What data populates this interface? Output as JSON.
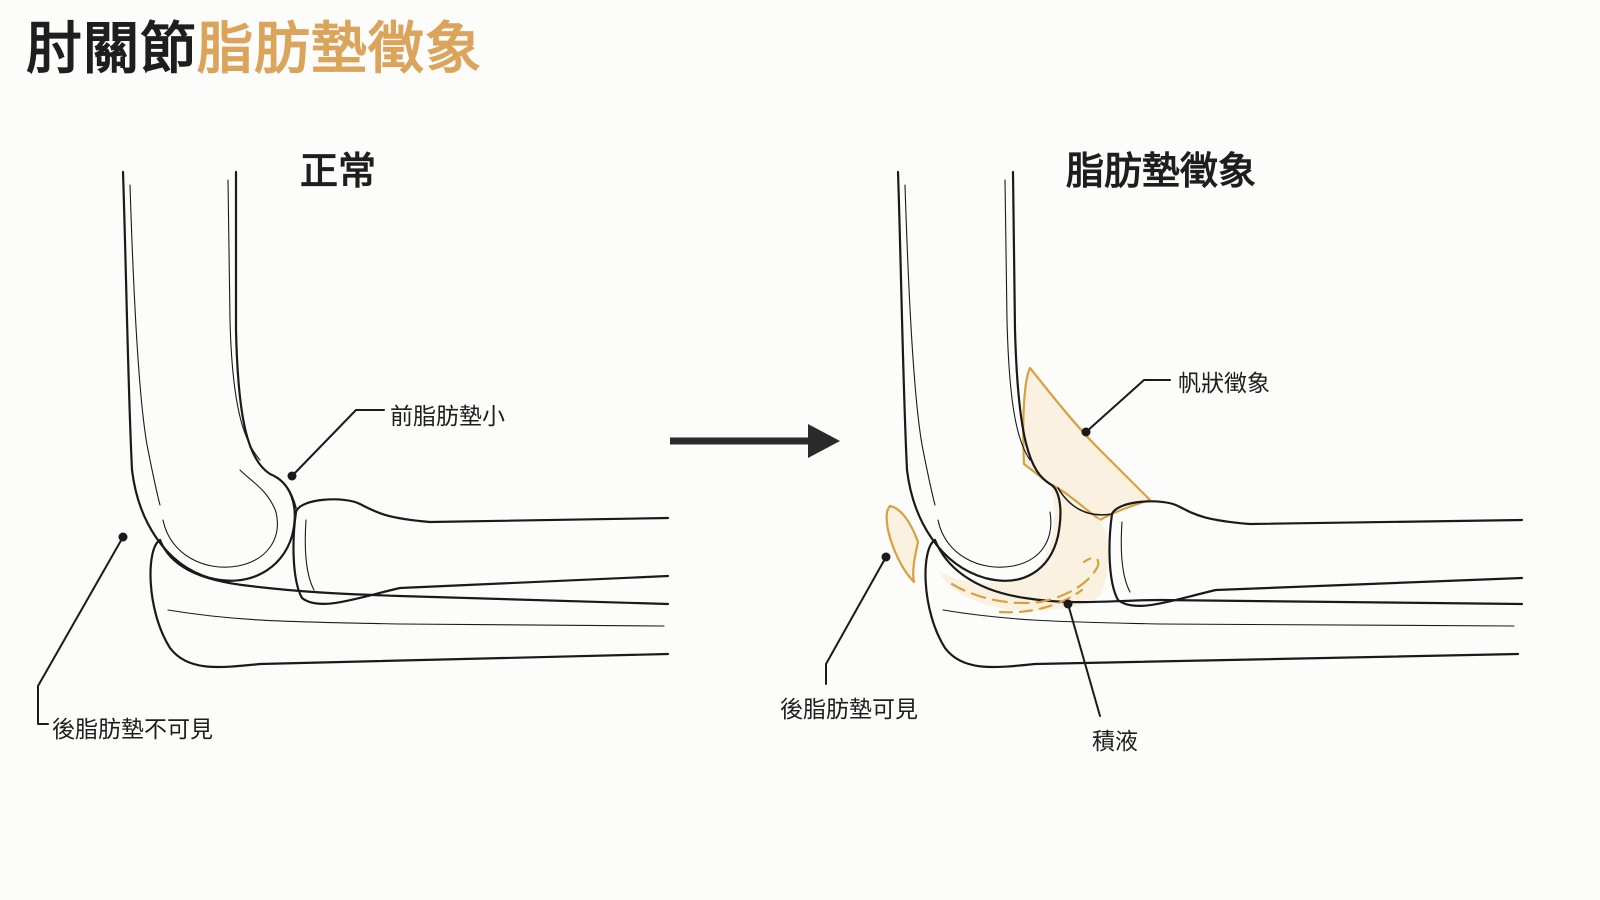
{
  "title": {
    "main": "肘關節",
    "accent": "脂肪墊徵象",
    "accent_color": "#dba45a"
  },
  "panels": {
    "normal": {
      "title": "正常",
      "labels": {
        "anterior": "前脂肪墊小",
        "posterior": "後脂肪墊不可見"
      }
    },
    "sign": {
      "title": "脂肪墊徵象",
      "labels": {
        "sail": "帆狀徵象",
        "posterior": "後脂肪墊可見",
        "effusion": "積液"
      }
    }
  },
  "colors": {
    "bone_outline": "#1a1a1a",
    "fat_pad": "#d9a040",
    "fat_pad_fill": "#fbf1e0",
    "arrow": "#2a2a2a"
  },
  "icons": {
    "transition": "right-arrow-icon"
  }
}
